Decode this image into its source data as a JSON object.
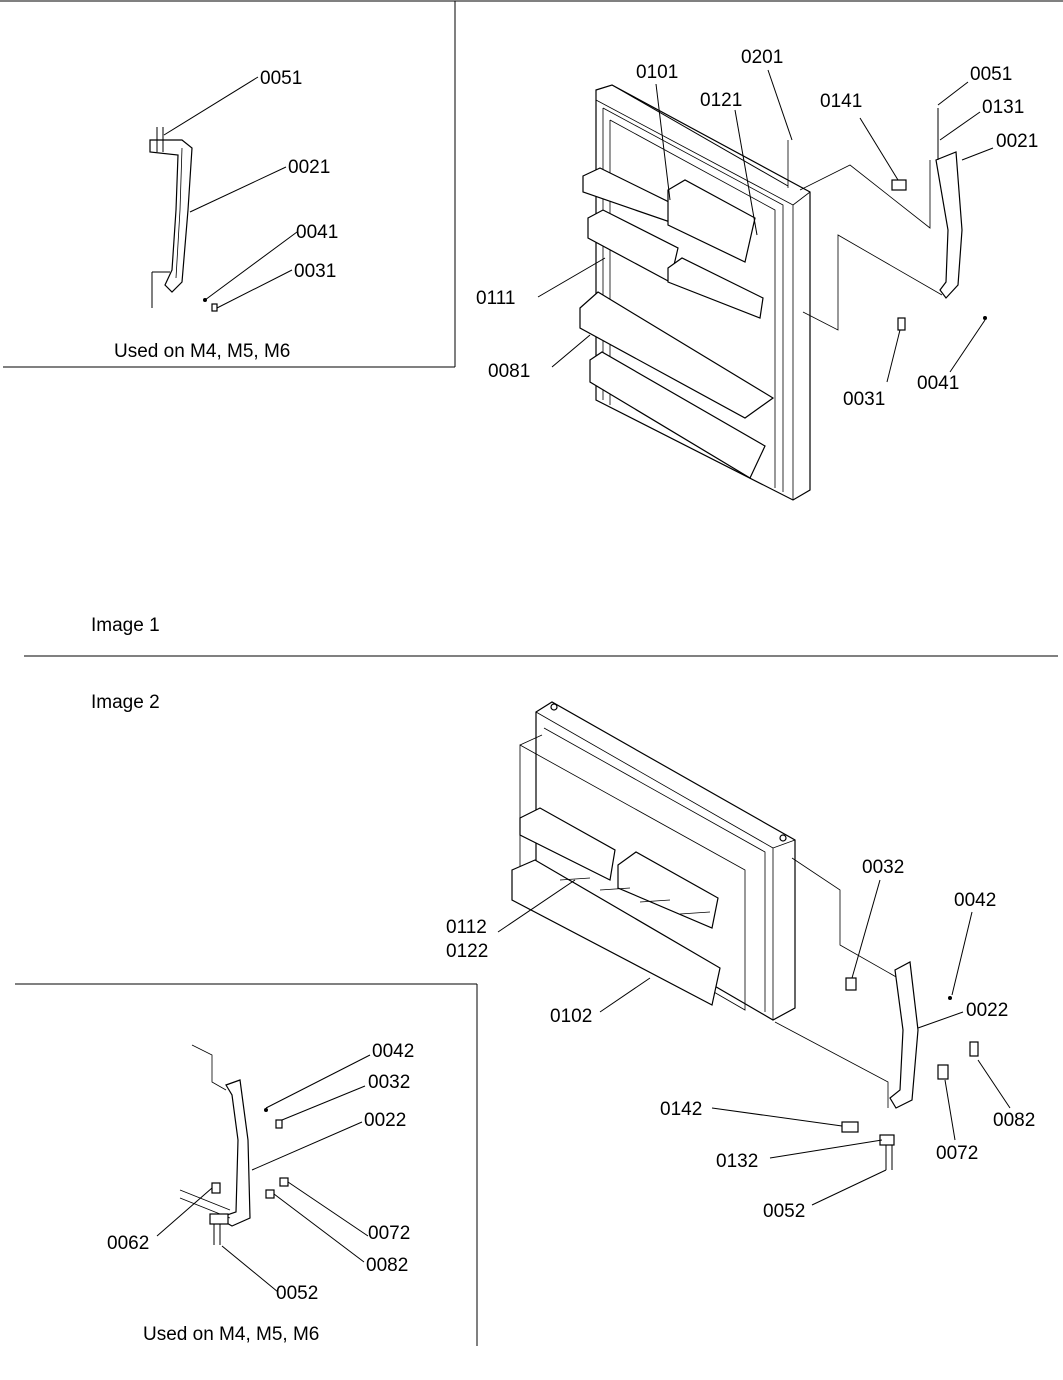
{
  "image1": {
    "caption": "Image 1",
    "inset_caption": "Used on M4, M5, M6",
    "inset_callouts": [
      "0051",
      "0021",
      "0041",
      "0031"
    ],
    "callouts": [
      "0101",
      "0201",
      "0121",
      "0141",
      "0051",
      "0131",
      "0021",
      "0111",
      "0081",
      "0031",
      "0041"
    ]
  },
  "image2": {
    "caption": "Image 2",
    "inset_caption": "Used on M4, M5, M6",
    "inset_callouts": [
      "0042",
      "0032",
      "0022",
      "0062",
      "0072",
      "0082",
      "0052"
    ],
    "callouts": [
      "0032",
      "0042",
      "0112",
      "0122",
      "0022",
      "0102",
      "0142",
      "0082",
      "0132",
      "0072",
      "0052"
    ]
  }
}
